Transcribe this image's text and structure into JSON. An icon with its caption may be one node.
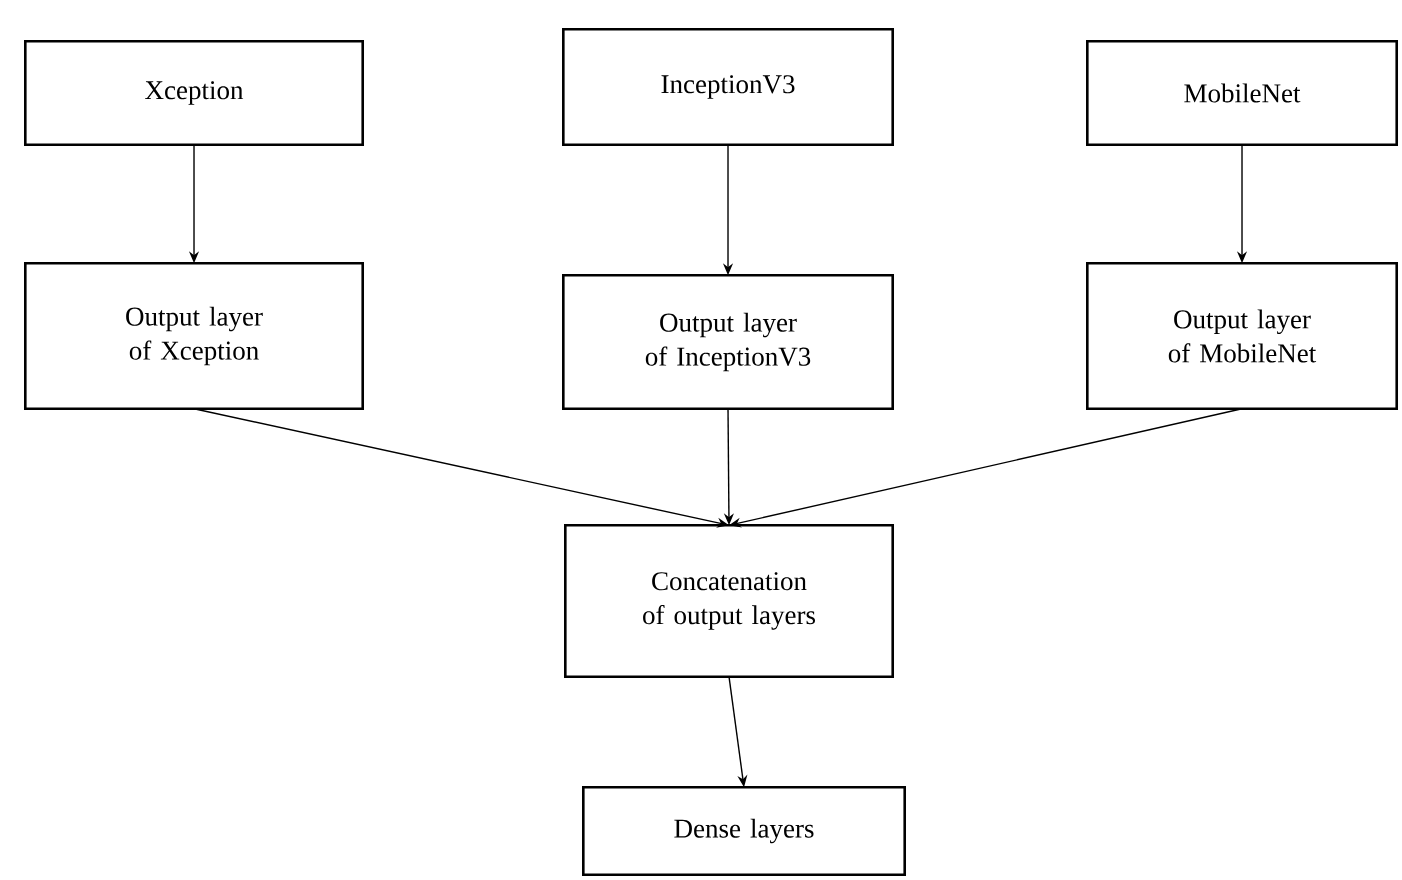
{
  "diagram": {
    "nodes": [
      {
        "text": [
          "Xception"
        ]
      },
      {
        "text": [
          "InceptionV3"
        ]
      },
      {
        "text": [
          "MobileNet"
        ]
      },
      {
        "text": [
          "Output layer of Xception"
        ]
      },
      {
        "text": [
          "Output layer of InceptionV3"
        ]
      },
      {
        "text": [
          "Output layer of MobileNet"
        ]
      },
      {
        "text": [
          "Concatenation of output layers"
        ]
      },
      {
        "text": [
          "Dense layers"
        ]
      }
    ],
    "edges": [
      {
        "from": 0,
        "to": 3,
        "arrow": "to"
      },
      {
        "from": 1,
        "to": 4,
        "arrow": "to"
      },
      {
        "from": 2,
        "to": 5,
        "arrow": "to"
      },
      {
        "from": 3,
        "to": 6,
        "arrow": "to"
      },
      {
        "from": 4,
        "to": 6,
        "arrow": "to"
      },
      {
        "from": 5,
        "to": 6,
        "arrow": "to"
      },
      {
        "from": 6,
        "to": 7,
        "arrow": "to"
      }
    ]
  }
}
